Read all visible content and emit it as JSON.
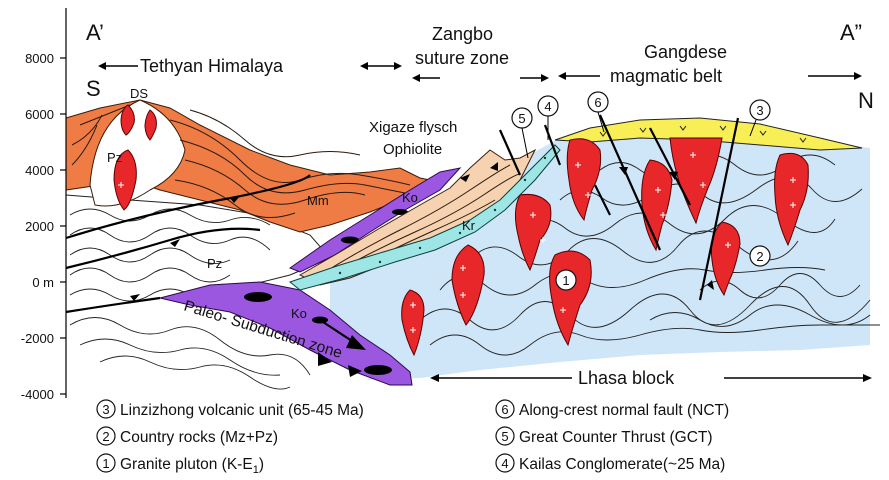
{
  "axis": {
    "ticks": [
      "8000",
      "6000",
      "4000",
      "2000",
      "0 m",
      "-2000",
      "-4000"
    ]
  },
  "profile": {
    "start_label": "A’",
    "end_label": "A”",
    "south": "S",
    "north": "N"
  },
  "regions": {
    "tethyan": "Tethyan Himalaya",
    "zangbo_line1": "Zangbo",
    "zangbo_line2": "suture zone",
    "gangdese_line1": "Gangdese",
    "gangdese_line2": "magmatic belt",
    "lhasa": "Lhasa block"
  },
  "units": {
    "ds": "DS",
    "pz_top": "Pz",
    "pz_mid": "Pz",
    "mm": "Mm",
    "ko_upper": "Ko",
    "ko_lower": "Ko",
    "kr": "Kr",
    "xigaze": "Xigaze flysch",
    "ophiolite": "Ophiolite",
    "paleo": "Paleo- Subduction zone"
  },
  "markers": {
    "m1": "1",
    "m2": "2",
    "m3": "3",
    "m4": "4",
    "m5": "5",
    "m6": "6"
  },
  "legend": [
    {
      "num": "3",
      "text": "Linzizhong volcanic unit (65-45 Ma)"
    },
    {
      "num": "2",
      "text": "Country rocks (Mz+Pz)"
    },
    {
      "num": "1",
      "text": "Granite pluton (K-E"
    },
    {
      "num": "6",
      "text": "Along-crest normal fault (NCT)"
    },
    {
      "num": "5",
      "text": "Great Counter Thrust (GCT)"
    },
    {
      "num": "4",
      "text": "Kailas Conglomerate(~25 Ma)"
    }
  ],
  "legend_sub": "1",
  "legend_sub_close": ")",
  "colors": {
    "himalaya": "#ef7b45",
    "lhasa": "#cfe5f8",
    "pluton": "#e8272a",
    "volcanic": "#f7ef55",
    "ophiolite": "#9b57e0",
    "flysch": "#f6d2b1",
    "teal": "#9ee6e6"
  }
}
